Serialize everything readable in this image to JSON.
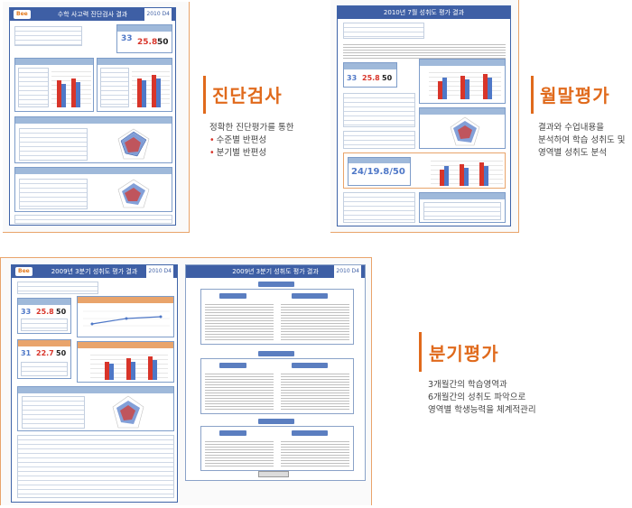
{
  "sections": {
    "diagnostic": {
      "title": "진단검사",
      "desc_line": "정확한 진단평가를 통한",
      "bullets": [
        "수준별 반편성",
        "분기별 반편성"
      ]
    },
    "monthly": {
      "title": "월말평가",
      "desc_lines": [
        "결과와 수업내용을",
        "분석하여 학습 성취도 및",
        "영역별 성취도 분석"
      ]
    },
    "quarterly": {
      "title": "분기평가",
      "desc_lines": [
        "3개월간의 학습영역과",
        "6개월간의 성취도 파악으로",
        "영역별 학생능력을 체계적관리"
      ]
    }
  },
  "sheets": {
    "diag": {
      "header": "수학 사고력 진단검사 결과",
      "year": "2010 D4",
      "logo": "Bee",
      "scores": [
        "33",
        "25.8",
        "50"
      ]
    },
    "month": {
      "header": "2010년 7월 성취도 평가 결과",
      "scores": [
        "33",
        "25.8",
        "50"
      ],
      "big_score": "24/19.8/50"
    },
    "quarter1": {
      "header": "2009년 3분기 성취도 평가 결과",
      "year": "2010 D4",
      "logo": "Bee",
      "scores": [
        "33",
        "25.8",
        "50"
      ],
      "scores2": [
        "31",
        "22.7",
        "50"
      ]
    },
    "quarter2": {
      "header": "2009년 3분기 성취도 평가 결과",
      "year": "2010 D4"
    }
  },
  "colors": {
    "accent": "#e06a1c",
    "header_blue": "#3e5fa5",
    "bar_red": "#d8352a",
    "bar_blue": "#4f78c7"
  }
}
